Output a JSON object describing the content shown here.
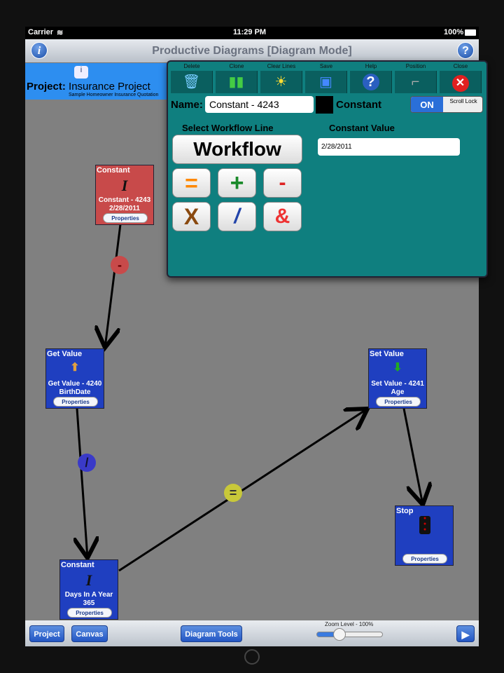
{
  "status": {
    "carrier": "Carrier",
    "time": "11:29 PM",
    "battery": "100%"
  },
  "title": "Productive Diagrams [Diagram Mode]",
  "project": {
    "label": "Project:",
    "name": "Insurance Project",
    "description": "Sample Homeowner Insurance Quotation"
  },
  "popover": {
    "tools": [
      {
        "label": "Delete",
        "icon": "trash-icon"
      },
      {
        "label": "Clone",
        "icon": "clone-icon"
      },
      {
        "label": "Clear Lines",
        "icon": "sun-icon"
      },
      {
        "label": "Save",
        "icon": "floppy-icon"
      },
      {
        "label": "Help",
        "icon": "help-icon"
      },
      {
        "label": "Position",
        "icon": "ruler-icon"
      },
      {
        "label": "Close",
        "icon": "close-icon"
      }
    ],
    "name_label": "Name:",
    "name_value": "Constant - 4243",
    "type": "Constant",
    "toggle": "ON",
    "scroll_lock": "Scroll Lock",
    "workflow_heading": "Select Workflow Line",
    "workflow_button": "Workflow",
    "operators": [
      "=",
      "+",
      "-",
      "X",
      "/",
      "&"
    ],
    "constant_heading": "Constant Value",
    "constant_value": "2/28/2011"
  },
  "nodes": [
    {
      "header": "Constant",
      "icon": "I",
      "name": "Constant - 4243",
      "value": "2/28/2011",
      "props": "Properties"
    },
    {
      "header": "Get Value",
      "name": "Get Value - 4240",
      "value": "BirthDate",
      "props": "Properties"
    },
    {
      "header": "Set Value",
      "name": "Set Value - 4241",
      "value": "Age",
      "props": "Properties"
    },
    {
      "header": "Stop",
      "props": "Properties"
    },
    {
      "header": "Constant",
      "icon": "I",
      "name": "Days In A Year",
      "value": "365",
      "props": "Properties"
    }
  ],
  "links": [
    "-",
    "/",
    "="
  ],
  "bottom": {
    "project": "Project",
    "canvas": "Canvas",
    "diagram_tools": "Diagram Tools",
    "zoom_label": "Zoom Level - 100%",
    "zoom_percent": 100
  }
}
